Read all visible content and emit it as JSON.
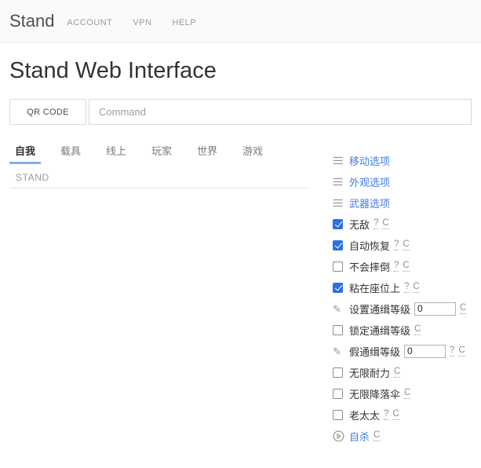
{
  "header": {
    "brand": "Stand",
    "nav": [
      "ACCOUNT",
      "VPN",
      "HELP"
    ]
  },
  "title": "Stand Web Interface",
  "command_bar": {
    "qr_label": "QR CODE",
    "command_placeholder": "Command"
  },
  "tabs": [
    {
      "label": "自我",
      "active": true
    },
    {
      "label": "载具",
      "active": false
    },
    {
      "label": "线上",
      "active": false
    },
    {
      "label": "玩家",
      "active": false
    },
    {
      "label": "世界",
      "active": false
    },
    {
      "label": "游戏",
      "active": false
    }
  ],
  "section_label": "STAND",
  "panel": {
    "rows": [
      {
        "type": "submenu",
        "icon": "hamburger-icon",
        "label": "移动选项",
        "help": false,
        "reset": false
      },
      {
        "type": "submenu",
        "icon": "hamburger-icon",
        "label": "外观选项",
        "help": false,
        "reset": false
      },
      {
        "type": "submenu",
        "icon": "hamburger-icon",
        "label": "武器选项",
        "help": false,
        "reset": false
      },
      {
        "type": "checkbox",
        "label": "无敌",
        "checked": true,
        "help": true,
        "reset": true
      },
      {
        "type": "checkbox",
        "label": "自动恢复",
        "checked": true,
        "help": true,
        "reset": true
      },
      {
        "type": "checkbox",
        "label": "不会摔倒",
        "checked": false,
        "help": true,
        "reset": true
      },
      {
        "type": "checkbox",
        "label": "粘在座位上",
        "checked": true,
        "help": true,
        "reset": true
      },
      {
        "type": "input",
        "icon": "pencil-icon",
        "label": "设置通缉等级",
        "value": "0",
        "help": false,
        "reset": true
      },
      {
        "type": "checkbox",
        "label": "锁定通缉等级",
        "checked": false,
        "help": false,
        "reset": true
      },
      {
        "type": "input",
        "icon": "pencil-icon",
        "label": "假通缉等级",
        "value": "0",
        "help": true,
        "reset": true
      },
      {
        "type": "checkbox",
        "label": "无限耐力",
        "checked": false,
        "help": false,
        "reset": true
      },
      {
        "type": "checkbox",
        "label": "无限降落伞",
        "checked": false,
        "help": false,
        "reset": true
      },
      {
        "type": "checkbox",
        "label": "老太太",
        "checked": false,
        "help": true,
        "reset": true
      },
      {
        "type": "action",
        "icon": "play-circle-icon",
        "label": "自杀",
        "help": false,
        "reset": true
      }
    ]
  },
  "icons": {
    "help_glyph": "?",
    "reset_glyph": "C"
  },
  "colors": {
    "link_blue": "#3e7fe8",
    "checkbox_accent": "#2b6fe4",
    "tab_underline": "#7cb2f1"
  }
}
